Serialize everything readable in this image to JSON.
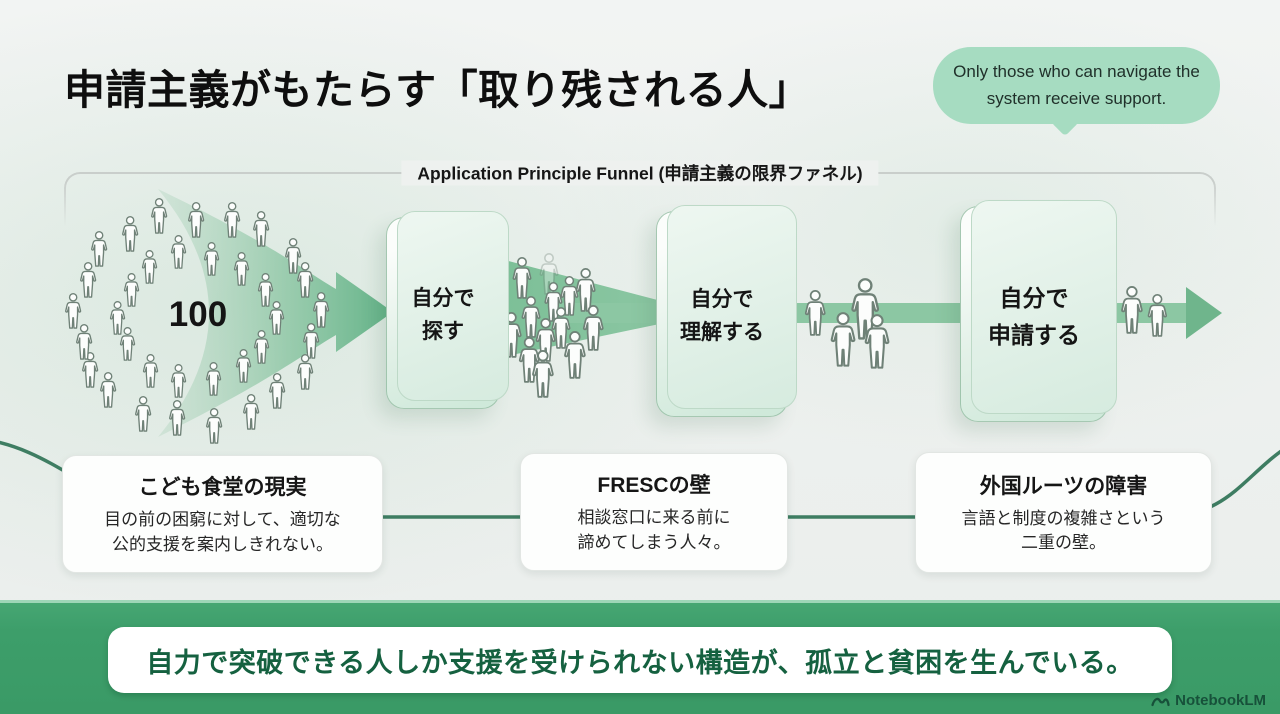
{
  "page": {
    "title": "申請主義がもたらす「取り残される人」"
  },
  "callout": {
    "text": "Only those who can navigate the system receive support."
  },
  "funnel": {
    "label": "Application Principle Funnel (申請主義の限界ファネル)",
    "start_count": "100",
    "stages": [
      {
        "line1": "自分で",
        "line2": "探す"
      },
      {
        "line1": "自分で",
        "line2": "理解する"
      },
      {
        "line1": "自分で",
        "line2": "申請する"
      }
    ],
    "people_counts": {
      "start": 100,
      "after_stage_1": 12,
      "after_stage_2": 4,
      "after_stage_3": 2
    }
  },
  "cards": [
    {
      "title": "こども食堂の現実",
      "body": "目の前の困窮に対して、適切な\n公的支援を案内しきれない。"
    },
    {
      "title": "FRESCの壁",
      "body": "相談窓口に来る前に\n諦めてしまう人々。"
    },
    {
      "title": "外国ルーツの障害",
      "body": "言語と制度の複雑さという\n二重の壁。"
    }
  ],
  "banner": {
    "message": "自力で突破できる人しか支援を受けられない構造が、孤立と貧困を生んでいる。"
  },
  "brand": {
    "name": "NotebookLM"
  },
  "colors": {
    "accent_green": "#3fa06c",
    "callout_green": "#a6dcc1",
    "band_green": "#8cc7a3",
    "line_green": "#3e7d62",
    "banner_text": "#156140"
  }
}
